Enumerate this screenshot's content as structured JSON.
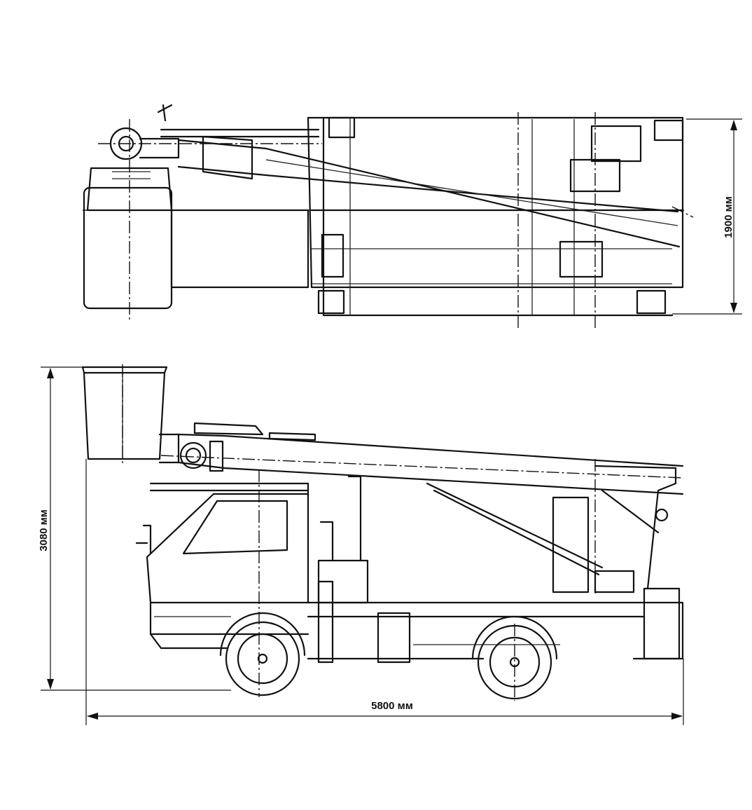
{
  "dimensions": {
    "width_label": "1900 мм",
    "height_label": "3080 мм",
    "length_label": "5800 мм"
  },
  "icons": [
    "truck-top-view",
    "truck-side-view",
    "aerial-work-platform-bucket"
  ]
}
